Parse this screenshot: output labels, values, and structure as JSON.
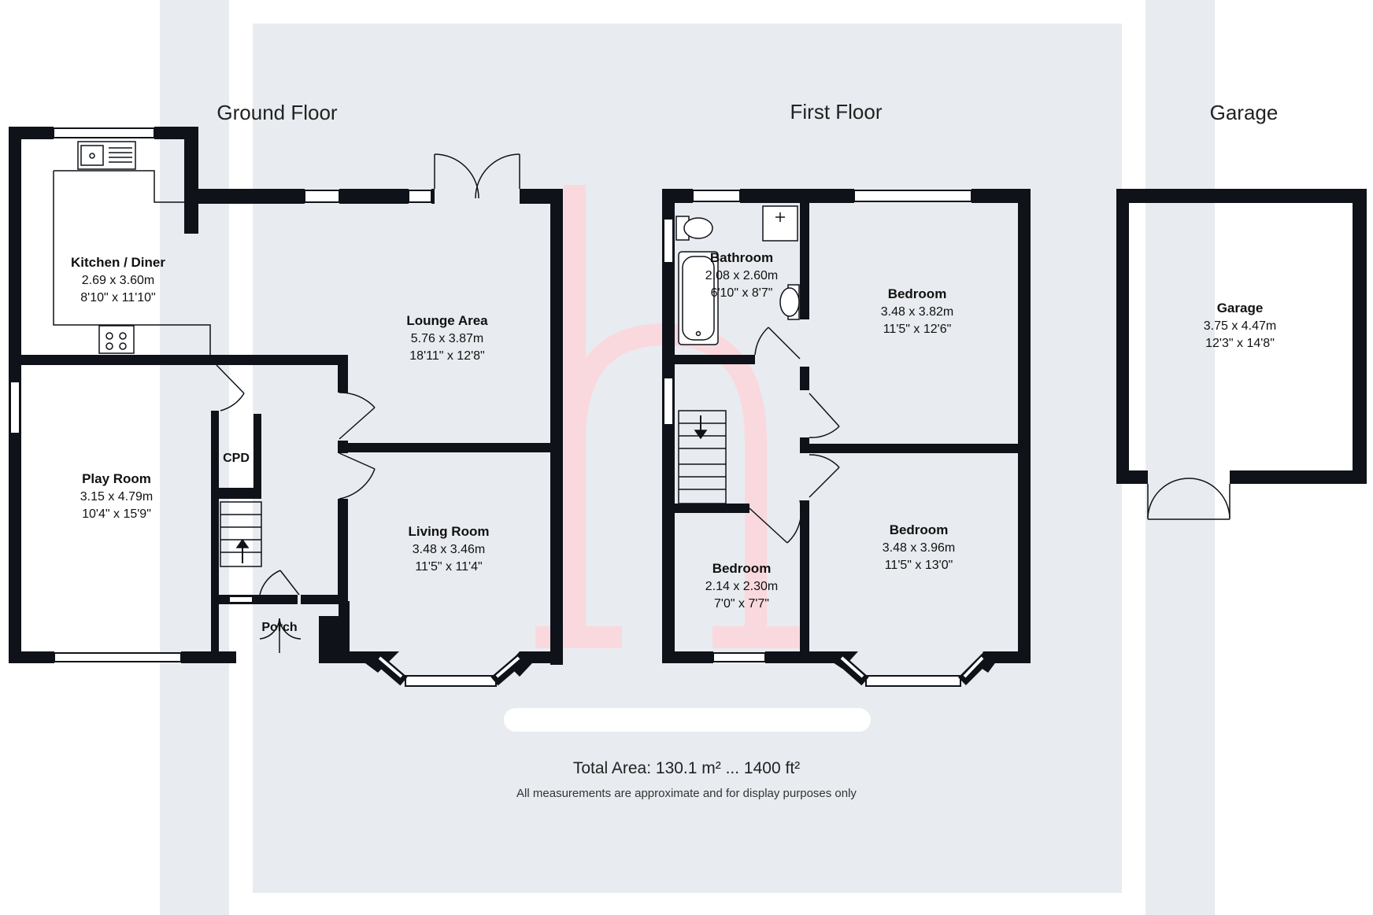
{
  "floors": {
    "ground": {
      "title": "Ground Floor"
    },
    "first": {
      "title": "First Floor"
    },
    "garage": {
      "title": "Garage"
    }
  },
  "rooms": {
    "kitchen": {
      "name": "Kitchen / Diner",
      "metric": "2.69 x 3.60m",
      "imperial": "8'10\" x 11'10\""
    },
    "lounge": {
      "name": "Lounge Area",
      "metric": "5.76 x 3.87m",
      "imperial": "18'11\" x 12'8\""
    },
    "play": {
      "name": "Play Room",
      "metric": "3.15 x 4.79m",
      "imperial": "10'4\" x 15'9\""
    },
    "living": {
      "name": "Living Room",
      "metric": "3.48 x 3.46m",
      "imperial": "11'5\" x 11'4\""
    },
    "cpd": {
      "name": "CPD"
    },
    "porch": {
      "name": "Porch"
    },
    "bathroom": {
      "name": "Bathroom",
      "metric": "2.08 x 2.60m",
      "imperial": "6'10\" x 8'7\""
    },
    "bedroom1": {
      "name": "Bedroom",
      "metric": "3.48 x 3.82m",
      "imperial": "11'5\" x 12'6\""
    },
    "bedroom2": {
      "name": "Bedroom",
      "metric": "3.48 x 3.96m",
      "imperial": "11'5\" x 13'0\""
    },
    "bedroom3": {
      "name": "Bedroom",
      "metric": "2.14 x 2.30m",
      "imperial": "7'0\" x 7'7\""
    },
    "garage": {
      "name": "Garage",
      "metric": "3.75 x 4.47m",
      "imperial": "12'3\" x 14'8\""
    }
  },
  "footer": {
    "total": "Total Area: 130.1 m² ... 1400 ft²",
    "note": "All measurements are approximate and for display purposes only"
  },
  "colors": {
    "wall": "#0f1219",
    "background_panel": "#e8ebef",
    "watermark": "#f9d9de"
  }
}
